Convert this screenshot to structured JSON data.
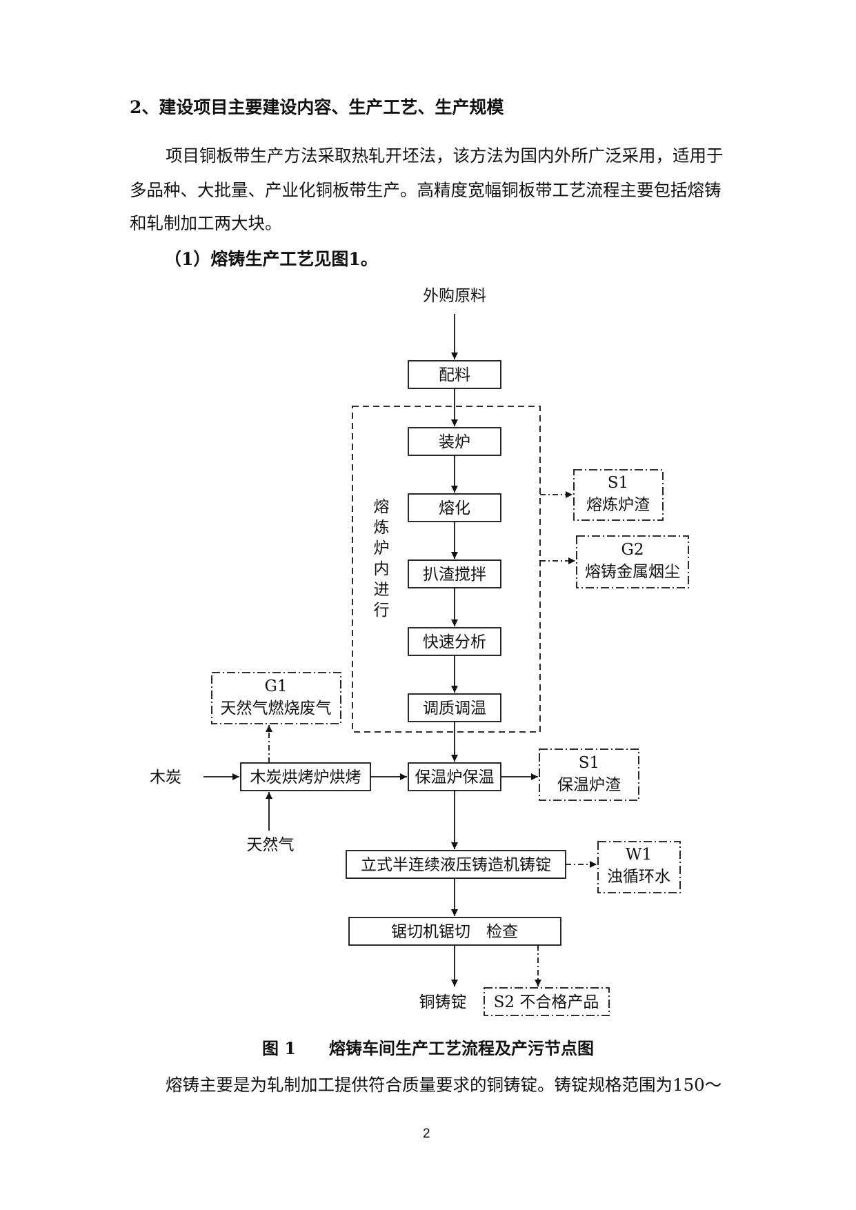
{
  "heading": "2、建设项目主要建设内容、生产工艺、生产规模",
  "intro_lines": [
    "项目铜板带生产方法采取热轧开坯法，该方法为国内外所广泛采用，适用于",
    "多品种、大批量、产业化铜板带生产。高精度宽幅铜板带工艺流程主要包括熔铸",
    "和轧制加工两大块。"
  ],
  "subheading": "（1）熔铸生产工艺见图1。",
  "diagram": {
    "raw_material": "外购原料",
    "batching": "配料",
    "furnace_group_label": [
      "熔",
      "炼",
      "炉",
      "内",
      "进",
      "行"
    ],
    "charging": "装炉",
    "melting": "熔化",
    "slag_stirring": "扒渣搅拌",
    "rapid_analysis": "快速分析",
    "quality_temp": "调质调温",
    "s1_furnace_code": "S1",
    "s1_furnace_name": "熔炼炉渣",
    "g2_code": "G2",
    "g2_name": "熔铸金属烟尘",
    "g1_code": "G1",
    "g1_name": "天然气燃烧废气",
    "charcoal": "木炭",
    "charcoal_baking": "木炭烘烤炉烘烤",
    "natural_gas": "天然气",
    "holding": "保温炉保温",
    "s1_holding_code": "S1",
    "s1_holding_name": "保温炉渣",
    "casting": "立式半连续液压铸造机铸锭",
    "w1_code": "W1",
    "w1_name": "浊循环水",
    "sawing": "锯切机锯切　检查",
    "copper_ingot": "铜铸锭",
    "s2": "S2 不合格产品"
  },
  "figure_caption": "图 1　　熔铸车间生产工艺流程及产污节点图",
  "closing_line": "熔铸主要是为轧制加工提供符合质量要求的铜铸锭。铸锭规格范围为150～",
  "page_number": "2"
}
